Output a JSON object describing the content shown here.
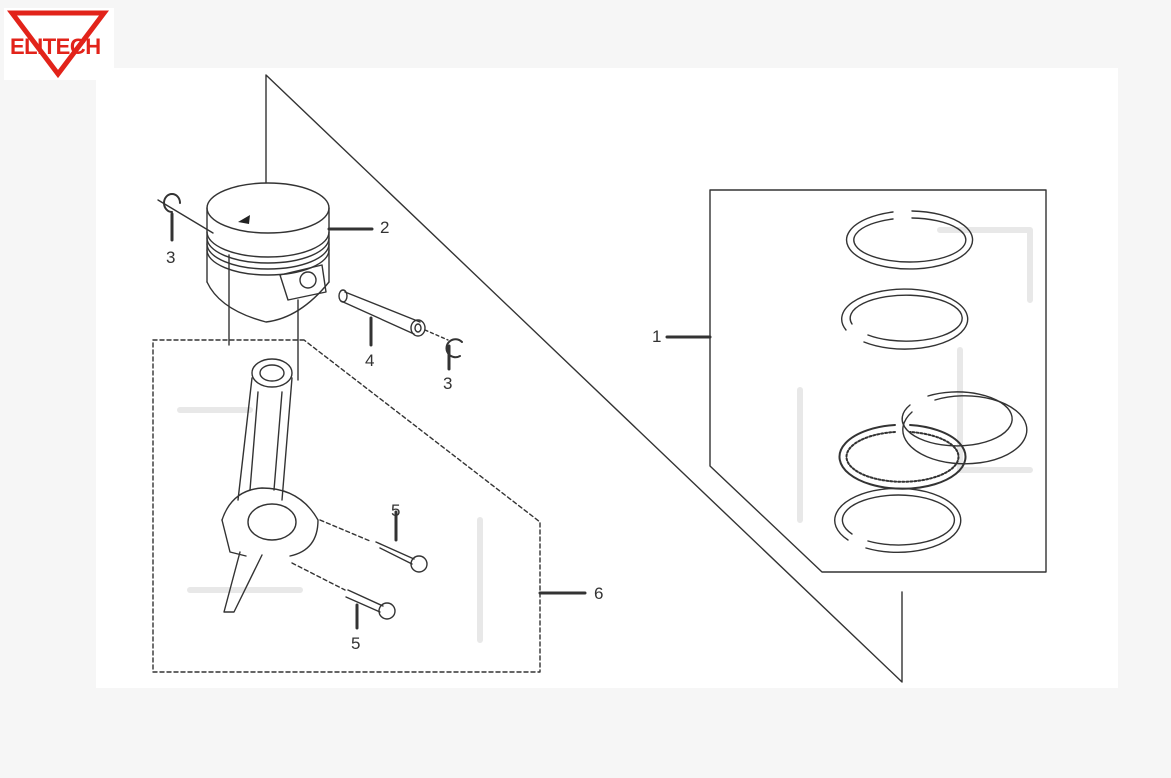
{
  "brand": {
    "logo_text": "ELITECH",
    "color": "#e2231a"
  },
  "colors": {
    "line": "#333333",
    "ghost": "#ececec"
  },
  "callouts": {
    "piston_ring_set": "1",
    "piston": "2",
    "circlip_left": "3",
    "circlip_right": "3",
    "piston_pin": "4",
    "bolt_upper": "5",
    "bolt_lower": "5",
    "connecting_rod_assembly": "6"
  }
}
